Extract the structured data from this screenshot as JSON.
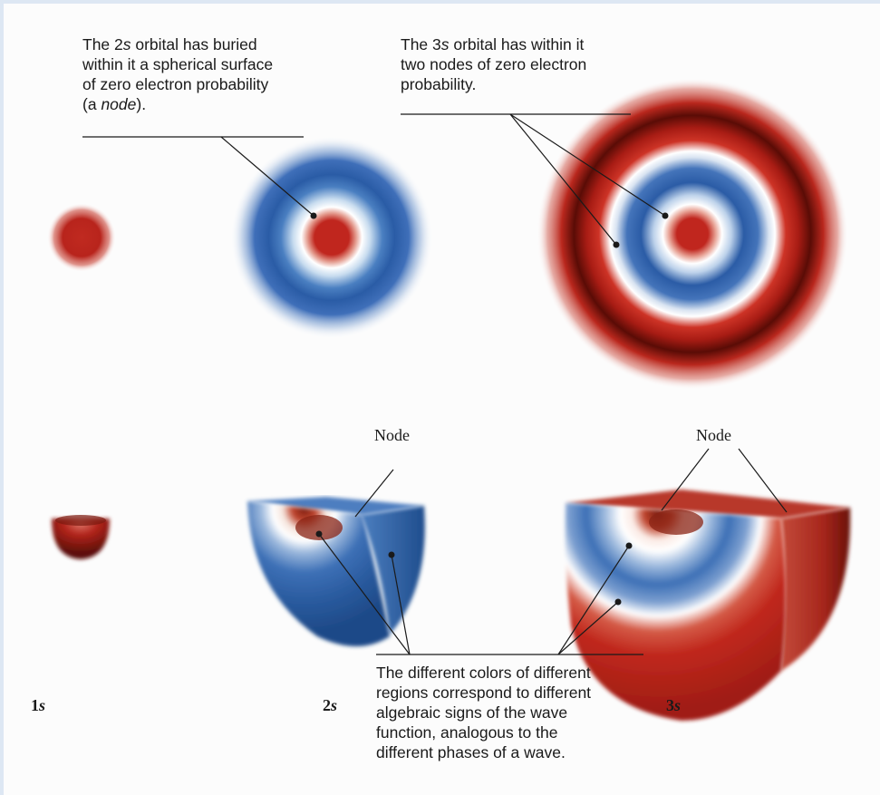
{
  "callouts": {
    "two_s": {
      "l1_pre": "The 2",
      "l1_italic": "s",
      "l1_post": " orbital has buried",
      "l2": "within it a spherical surface",
      "l3": "of zero electron probability",
      "l4_pre": "(a ",
      "l4_italic": "node",
      "l4_post": ")."
    },
    "three_s": {
      "l1_pre": "The 3",
      "l1_italic": "s",
      "l1_post": " orbital has within it",
      "l2": "two nodes of zero electron",
      "l3": "probability."
    },
    "colors": {
      "l1": "The different colors of different",
      "l2": "regions correspond to different",
      "l3": "algebraic signs of the wave",
      "l4": "function, analogous to the",
      "l5": "different phases of a wave."
    }
  },
  "node_labels": {
    "two_s": "Node",
    "three_s": "Node"
  },
  "orbital_labels": [
    {
      "num": "1",
      "letter": "s"
    },
    {
      "num": "2",
      "letter": "s"
    },
    {
      "num": "3",
      "letter": "s"
    }
  ],
  "colors": {
    "red_phase": "#c0261f",
    "dark_red": "#5a0c06",
    "blue_phase": "#2d63ab",
    "border": "#dde7f3"
  }
}
